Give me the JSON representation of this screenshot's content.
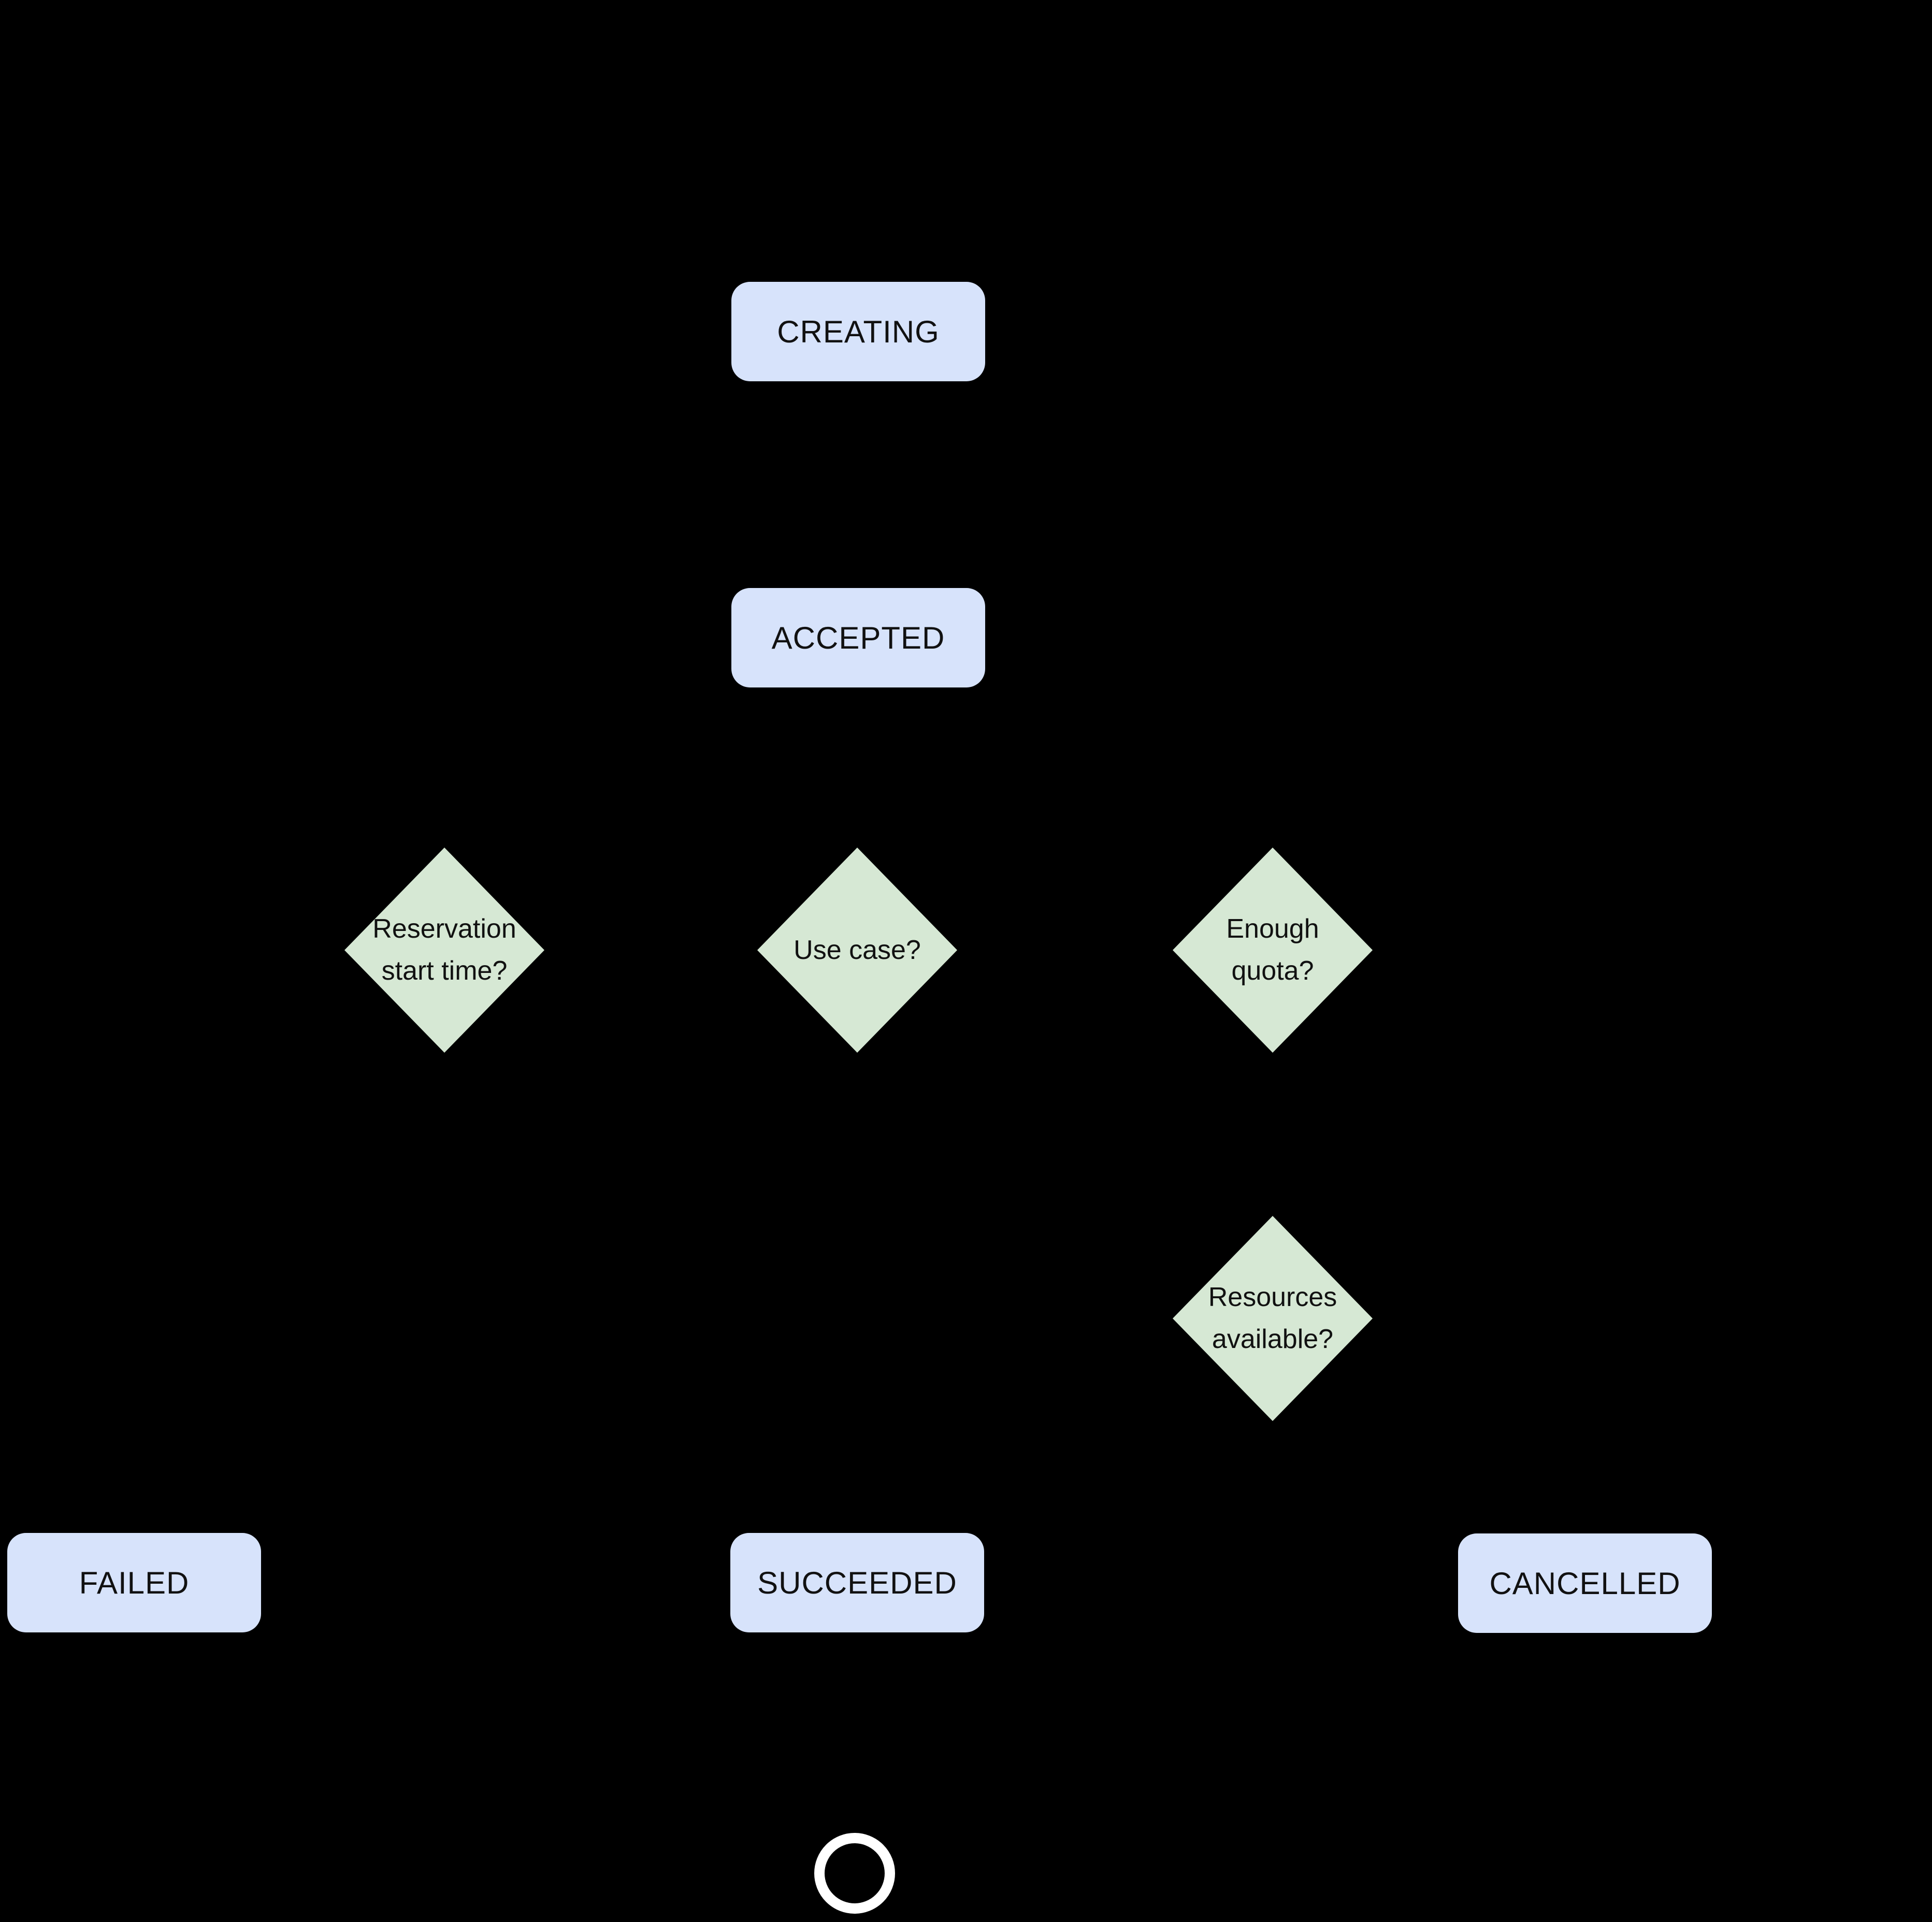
{
  "diagram": {
    "type": "state-flowchart",
    "background_color": "#000000",
    "state_fill_color": "#d7e3fb",
    "decision_fill_color": "#d6e8d4",
    "text_color": "#111111",
    "end_ring_color": "#ffffff",
    "nodes": {
      "creating": {
        "label": "CREATING"
      },
      "accepted": {
        "label": "ACCEPTED"
      },
      "failed": {
        "label": "FAILED"
      },
      "succeeded": {
        "label": "SUCCEEDED"
      },
      "cancelled": {
        "label": "CANCELLED"
      },
      "reservation_start_time": {
        "line1": "Reservation",
        "line2": "start time?"
      },
      "use_case": {
        "line1": "Use case?"
      },
      "enough_quota": {
        "line1": "Enough",
        "line2": "quota?"
      },
      "resources_available": {
        "line1": "Resources",
        "line2": "available?"
      },
      "end": {
        "shape": "terminal-circle"
      }
    }
  }
}
